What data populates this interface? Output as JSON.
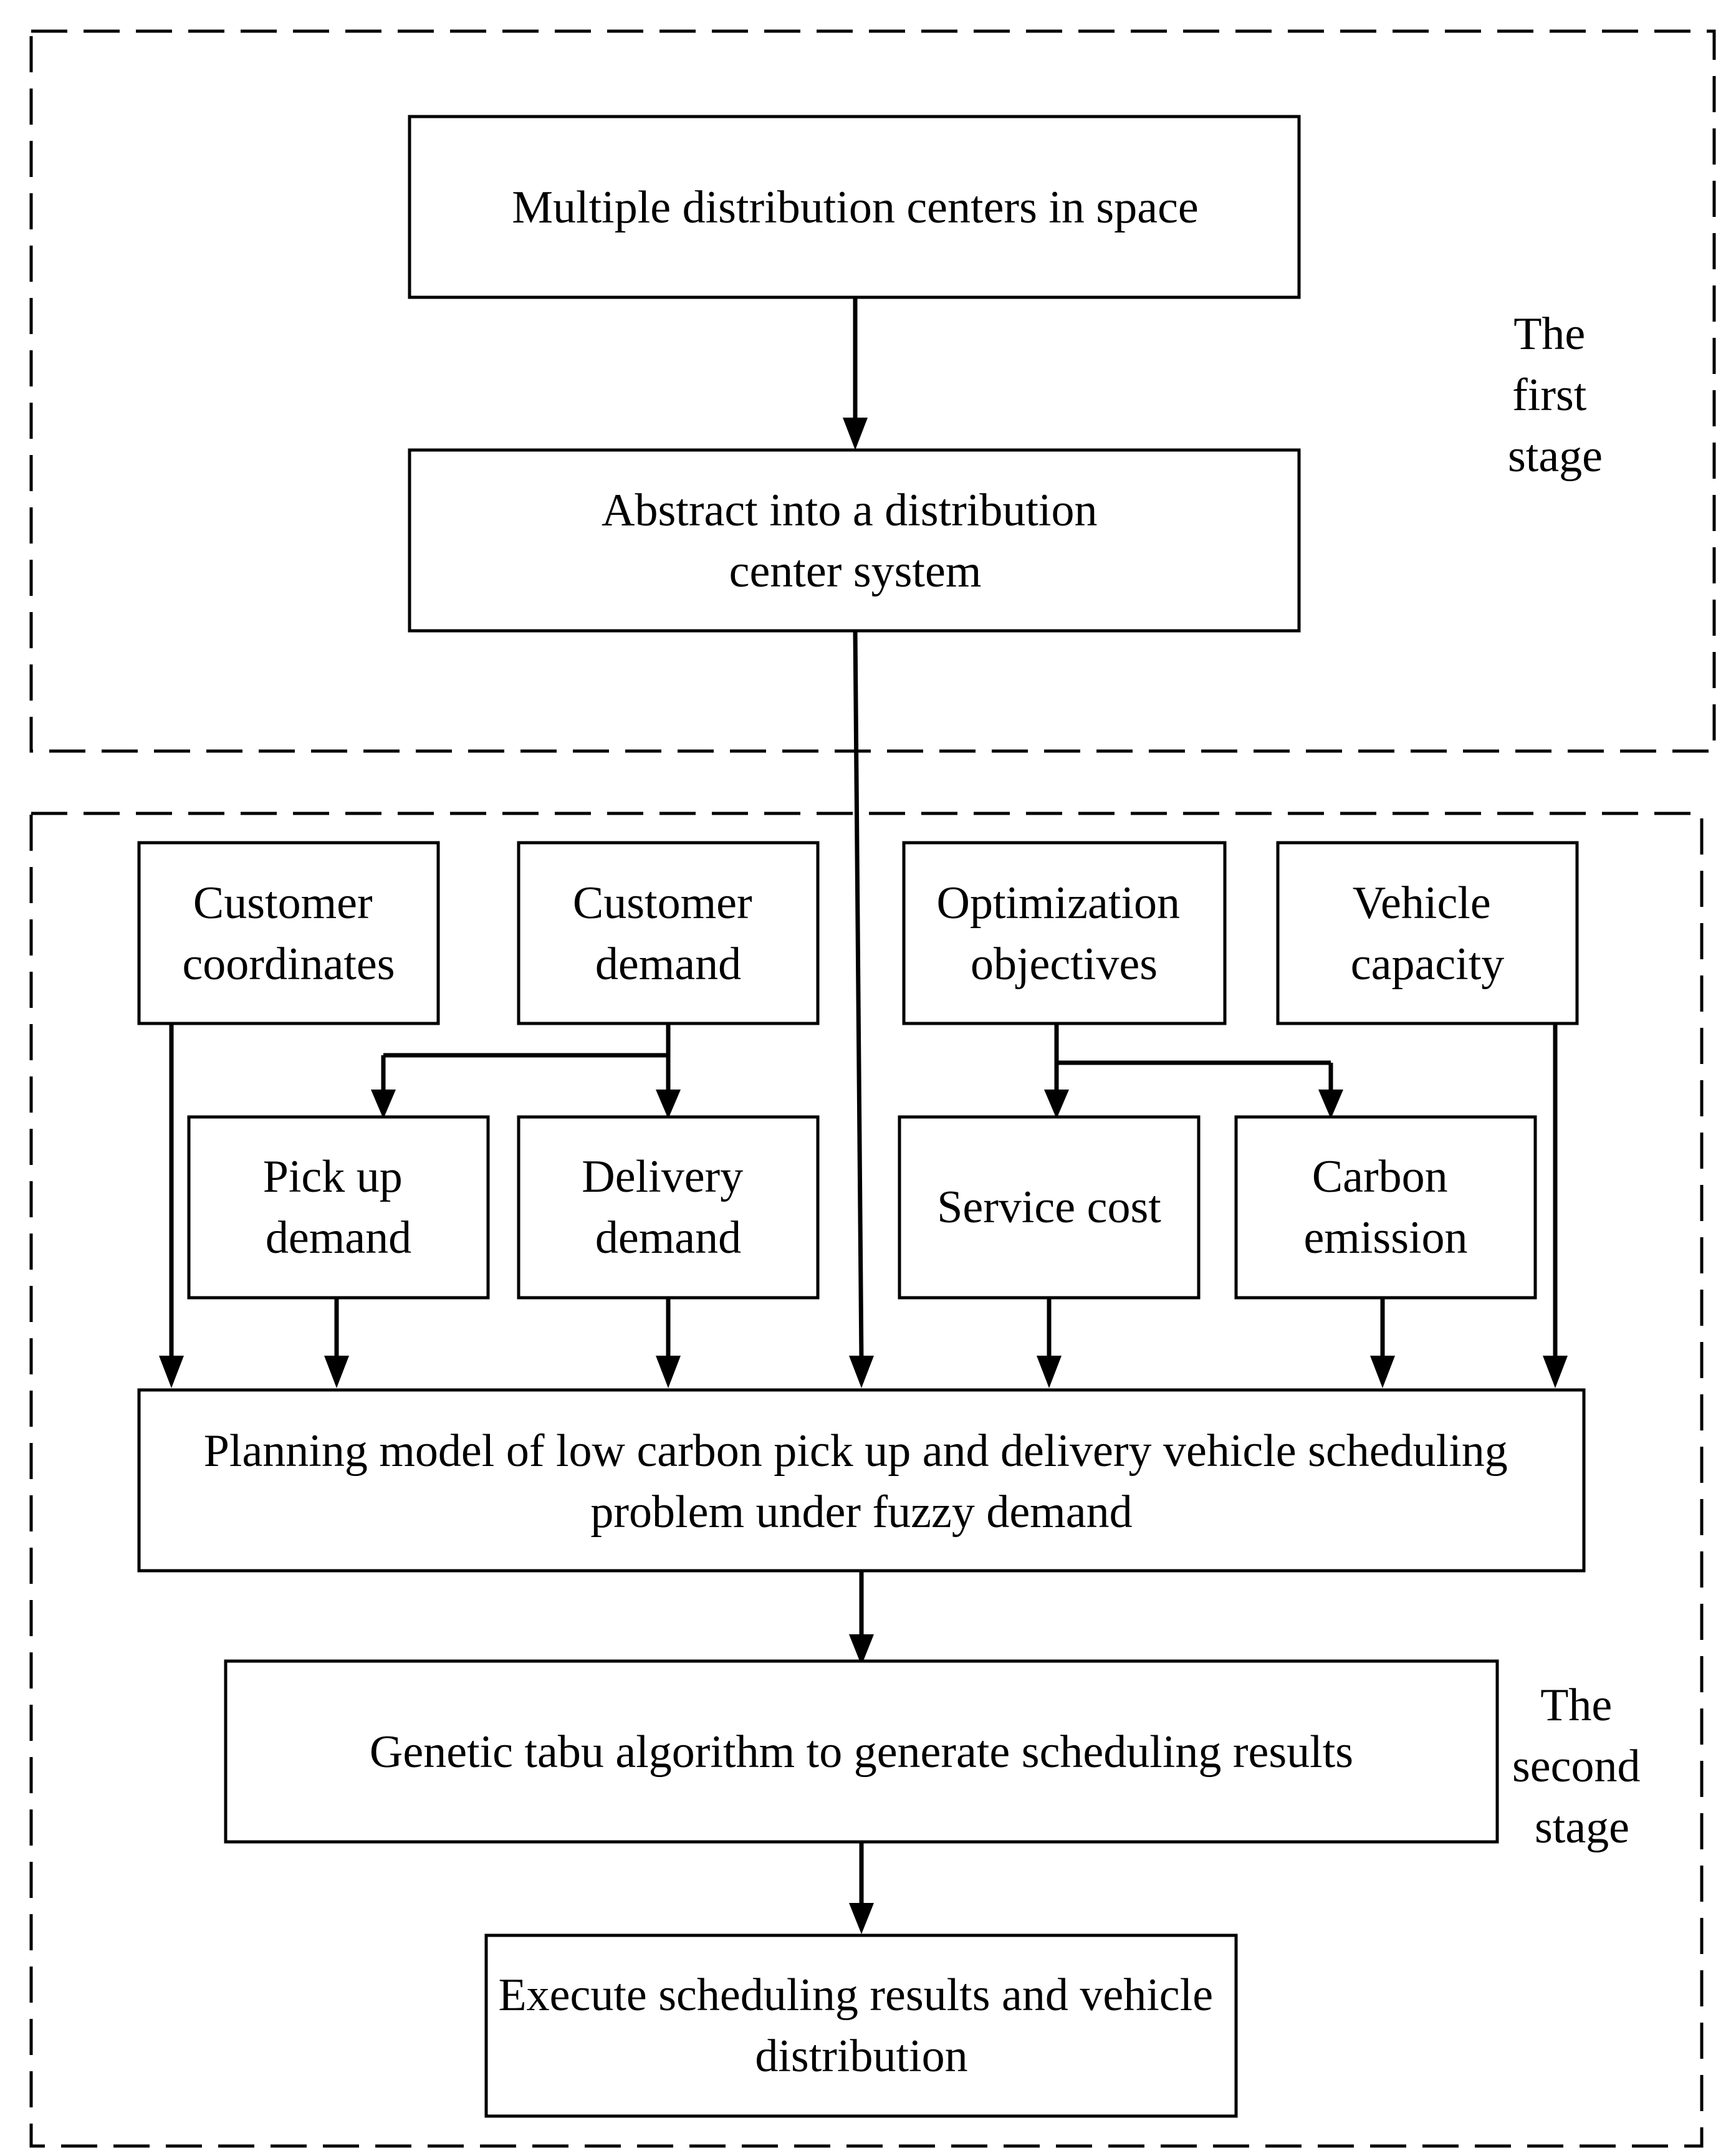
{
  "stages": {
    "first": {
      "label_lines": [
        "The",
        "first",
        "stage"
      ]
    },
    "second": {
      "label_lines": [
        "The",
        "second",
        "stage"
      ]
    }
  },
  "boxes": {
    "multiple_centers": {
      "lines": [
        "Multiple distribution centers in space"
      ]
    },
    "abstract_system": {
      "lines": [
        "Abstract into a distribution",
        "center system"
      ]
    },
    "customer_coordinates": {
      "lines": [
        "Customer",
        "coordinates"
      ]
    },
    "customer_demand": {
      "lines": [
        "Customer",
        "demand"
      ]
    },
    "optimization_objectives": {
      "lines": [
        "Optimization",
        "objectives"
      ]
    },
    "vehicle_capacity": {
      "lines": [
        "Vehicle",
        "capacity"
      ]
    },
    "pickup_demand": {
      "lines": [
        "Pick up",
        "demand"
      ]
    },
    "delivery_demand": {
      "lines": [
        "Delivery",
        "demand"
      ]
    },
    "service_cost": {
      "lines": [
        "Service cost"
      ]
    },
    "carbon_emission": {
      "lines": [
        "Carbon",
        "emission"
      ]
    },
    "planning_model": {
      "lines": [
        "Planning model of low carbon pick up and delivery vehicle scheduling",
        "problem under fuzzy demand"
      ]
    },
    "genetic_tabu": {
      "lines": [
        "Genetic tabu algorithm to generate scheduling results"
      ]
    },
    "execute_results": {
      "lines": [
        "Execute scheduling results and vehicle",
        "distribution"
      ]
    }
  }
}
